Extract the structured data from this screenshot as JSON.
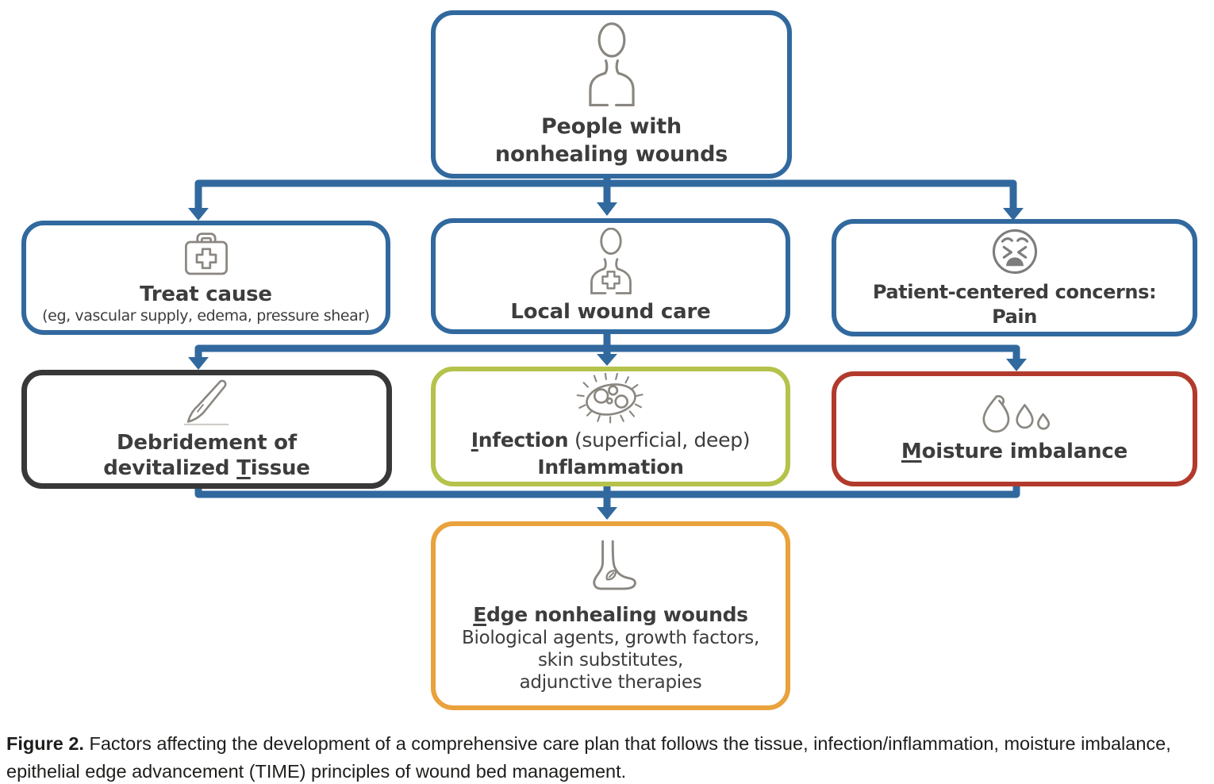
{
  "figure": {
    "caption_label": "Figure 2.",
    "caption_text": " Factors affecting the development of a comprehensive care plan that follows the tissue, infection/inflammation, moisture imbalance, epithelial edge advancement (TIME) principles of wound bed management."
  },
  "colors": {
    "connector_blue": "#31699e",
    "box_blue_border": "#31699e",
    "box_black_border": "#383838",
    "box_green_border": "#b5c24b",
    "box_red_border": "#b23a2c",
    "box_orange_border": "#e9a23c",
    "icon_gray": "#8a8680",
    "text_dark": "#3d3d3d"
  },
  "boxes": {
    "people": {
      "icon": "person-icon",
      "line1": "People with",
      "line2": "nonhealing wounds"
    },
    "treat_cause": {
      "icon": "first-aid-kit-icon",
      "title": "Treat cause",
      "subtitle": "(eg, vascular supply, edema, pressure shear)"
    },
    "local_wound_care": {
      "icon": "medic-person-icon",
      "title": "Local wound care"
    },
    "patient_concerns": {
      "icon": "pained-face-icon",
      "line1": "Patient-centered concerns:",
      "line2": "Pain"
    },
    "debridement": {
      "icon": "scalpel-icon",
      "line1": "Debridement of",
      "line2_pre": "devitalized ",
      "line2_underline": "T",
      "line2_post": "issue"
    },
    "infection": {
      "icon": "microbe-icon",
      "title_underline": "I",
      "title_bold": "nfection",
      "title_normal": " (superficial, deep)",
      "line2": "Inflammation"
    },
    "moisture": {
      "icon": "droplets-icon",
      "title_underline": "M",
      "title_rest": "oisture imbalance"
    },
    "edge": {
      "icon": "foot-icon",
      "title_underline": "E",
      "title_rest": "dge nonhealing wounds",
      "sub1": "Biological agents, growth factors,",
      "sub2": "skin substitutes,",
      "sub3": "adjunctive therapies"
    }
  },
  "edges": [
    {
      "from": "people",
      "to": [
        "treat_cause",
        "local_wound_care",
        "patient_concerns"
      ]
    },
    {
      "from": "local_wound_care",
      "to": [
        "debridement",
        "infection",
        "moisture"
      ]
    },
    {
      "from": [
        "debridement",
        "infection",
        "moisture"
      ],
      "to": [
        "edge"
      ]
    }
  ]
}
